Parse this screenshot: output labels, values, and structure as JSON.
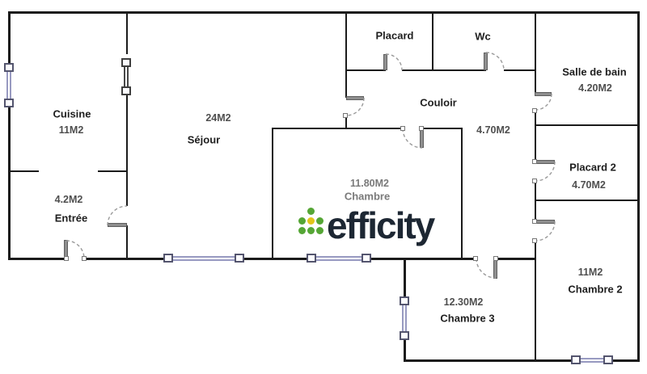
{
  "brand": {
    "logo_text": "efficity",
    "dot_green": "#55a635",
    "dot_yellow": "#e3c51b",
    "text_color": "#1d2733"
  },
  "plan": {
    "wall_color": "#1b1b1b",
    "window_color": "#989ac1",
    "door_color": "#8f8f8f"
  },
  "rooms": {
    "cuisine": {
      "name": "Cuisine",
      "area": "11M2"
    },
    "sejour": {
      "name": "Séjour",
      "area": "24M2"
    },
    "entree": {
      "name": "Entrée",
      "area": "4.2M2"
    },
    "placard": {
      "name": "Placard"
    },
    "wc": {
      "name": "Wc"
    },
    "couloir": {
      "name": "Couloir",
      "area": "4.70M2"
    },
    "salle_de_bain": {
      "name": "Salle de bain",
      "area": "4.20M2"
    },
    "placard2": {
      "name": "Placard 2",
      "area": "4.70M2"
    },
    "chambre": {
      "name": "Chambre",
      "area": "11.80M2"
    },
    "chambre2": {
      "name": "Chambre 2",
      "area": "11M2"
    },
    "chambre3": {
      "name": "Chambre 3",
      "area": "12.30M2"
    }
  }
}
